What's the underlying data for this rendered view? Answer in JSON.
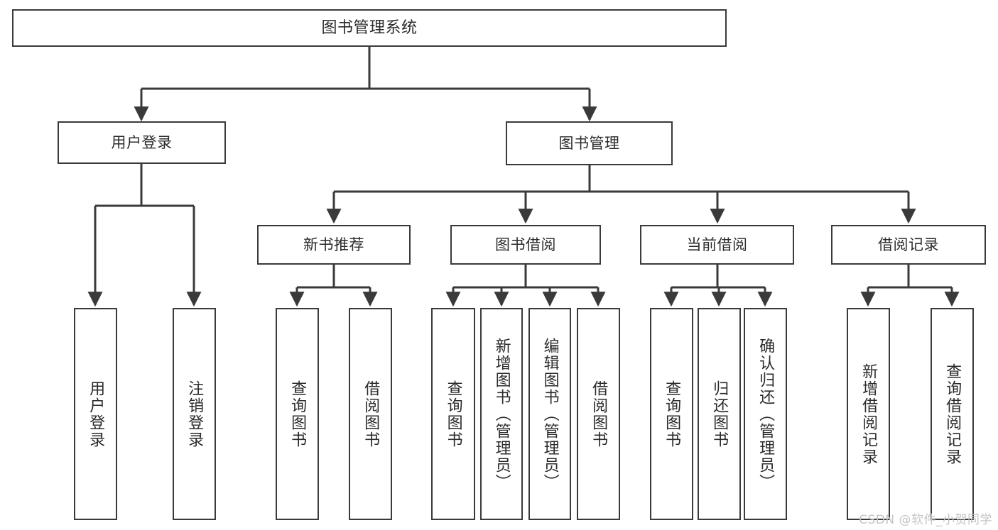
{
  "diagram": {
    "title": "图书管理系统",
    "watermark": "CSDN @软件_小贺同学",
    "style": {
      "stroke": "#3a3a3a",
      "text_color": "#2b2b2b",
      "background": "#ffffff",
      "watermark_color": "#c4c4c4"
    },
    "root": {
      "label": "图书管理系统"
    },
    "level1": [
      {
        "id": "user-login",
        "label": "用户登录"
      },
      {
        "id": "book-manage",
        "label": "图书管理"
      }
    ],
    "level2": [
      {
        "id": "new-book-recommend",
        "label": "新书推荐",
        "parent": "book-manage"
      },
      {
        "id": "book-borrow",
        "label": "图书借阅",
        "parent": "book-manage"
      },
      {
        "id": "current-borrow",
        "label": "当前借阅",
        "parent": "book-manage"
      },
      {
        "id": "borrow-record",
        "label": "借阅记录",
        "parent": "book-manage"
      }
    ],
    "leaves": {
      "user_login": [
        {
          "id": "leaf-user-login",
          "label": "用户登录"
        },
        {
          "id": "leaf-logout-login",
          "label": "注销登录"
        }
      ],
      "new_book_recommend": [
        {
          "id": "leaf-query-book-1",
          "label": "查询图书"
        },
        {
          "id": "leaf-borrow-book-1",
          "label": "借阅图书"
        }
      ],
      "book_borrow": [
        {
          "id": "leaf-query-book-2",
          "label": "查询图书"
        },
        {
          "id": "leaf-add-book",
          "label": "新增图书（管理员）"
        },
        {
          "id": "leaf-edit-book",
          "label": "编辑图书（管理员）"
        },
        {
          "id": "leaf-borrow-book-2",
          "label": "借阅图书"
        }
      ],
      "current_borrow": [
        {
          "id": "leaf-query-book-3",
          "label": "查询图书"
        },
        {
          "id": "leaf-return-book",
          "label": "归还图书"
        },
        {
          "id": "leaf-confirm-return",
          "label": "确认归还（管理员）"
        }
      ],
      "borrow_record": [
        {
          "id": "leaf-add-record",
          "label": "新增借阅记录"
        },
        {
          "id": "leaf-query-record",
          "label": "查询借阅记录"
        }
      ]
    }
  }
}
